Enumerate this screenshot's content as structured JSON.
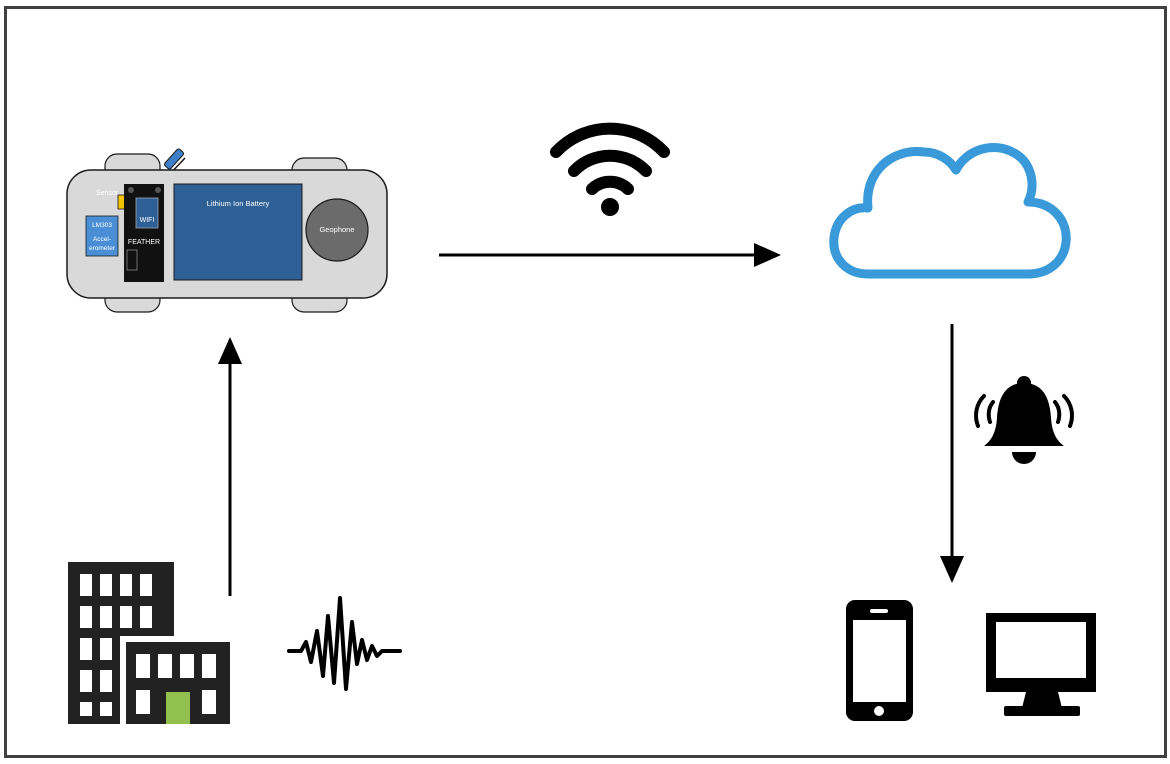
{
  "device": {
    "sensor_label": "Sensor",
    "accel_line1": "LM303",
    "accel_line2": "Accel-",
    "accel_line3": "erometer",
    "wifi_chip_label": "WIFI",
    "mcu_label": "FEATHER",
    "battery_label": "Lithium Ion Battery",
    "geophone_label": "Geophone"
  },
  "colors": {
    "device_body": "#d9d9d9",
    "device_outline": "#1a1a1a",
    "board_blue": "#2e5f95",
    "accel_blue": "#4a8fd6",
    "feather_black": "#111111",
    "geophone_grey": "#6b6b6b",
    "cloud_blue": "#3a9ad9",
    "building_dark": "#222222",
    "door_green": "#92c050",
    "antenna_blue": "#3f7fc8",
    "chip_yellow": "#f0c400",
    "frame_border": "#404040"
  },
  "icons": [
    "sensor-device-icon",
    "wifi-icon",
    "cloud-icon",
    "bell-alert-icon",
    "building-icon",
    "seismic-wave-icon",
    "smartphone-icon",
    "monitor-icon"
  ]
}
